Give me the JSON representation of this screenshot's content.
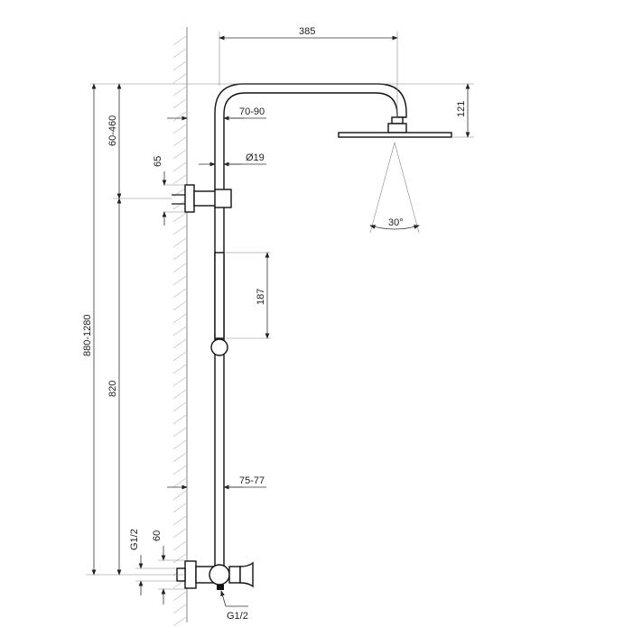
{
  "dimensions": {
    "arm_length": "385",
    "head_height": "121",
    "wall_offset_top": "70-90",
    "pipe_diameter": "Ø19",
    "bracket_height": "65",
    "bracket_range": "60-460",
    "total_height_range": "880-1280",
    "lower_height": "820",
    "handshower_holder": "187",
    "spray_angle": "30°",
    "wall_offset_bottom": "75-77",
    "inlet_thread": "G1/2",
    "inlet_spacing": "60",
    "outlet_thread": "G1/2"
  }
}
